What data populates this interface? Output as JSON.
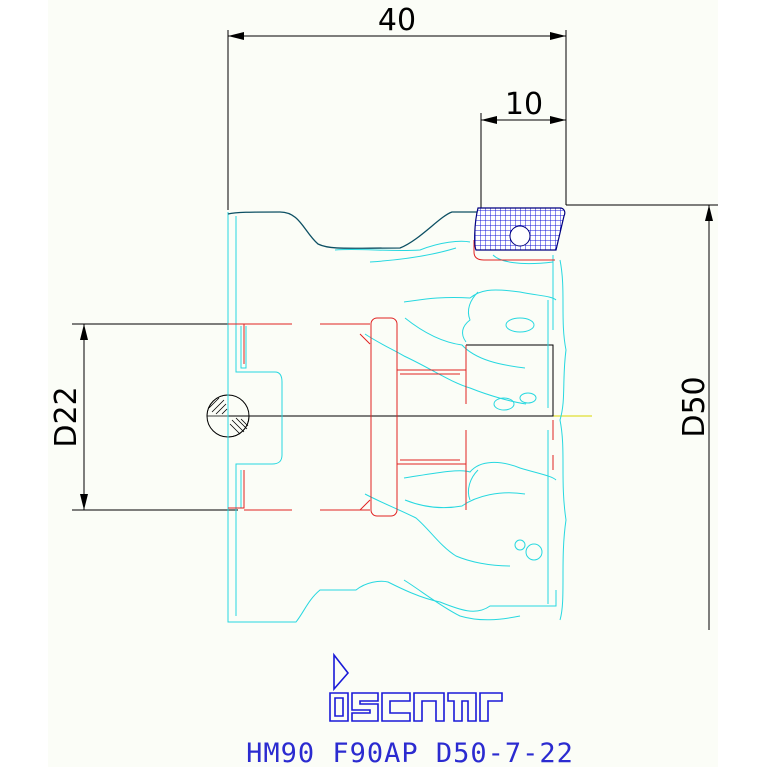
{
  "dimensions": {
    "overall_width": "40",
    "insert_width": "10",
    "bore_diameter": "D22",
    "cutter_diameter": "D50"
  },
  "logo": {
    "brand": "iscar"
  },
  "caption": "HM90 F90AP D50-7-22",
  "colors": {
    "paper": "#fbfdf7",
    "dimension": "#000000",
    "outline_cyan": "#27d8e0",
    "outline_red": "#e02222",
    "outline_teal": "#0c4f63",
    "insert_hatch": "#1a1ad8",
    "caption": "#2b2bd0"
  }
}
